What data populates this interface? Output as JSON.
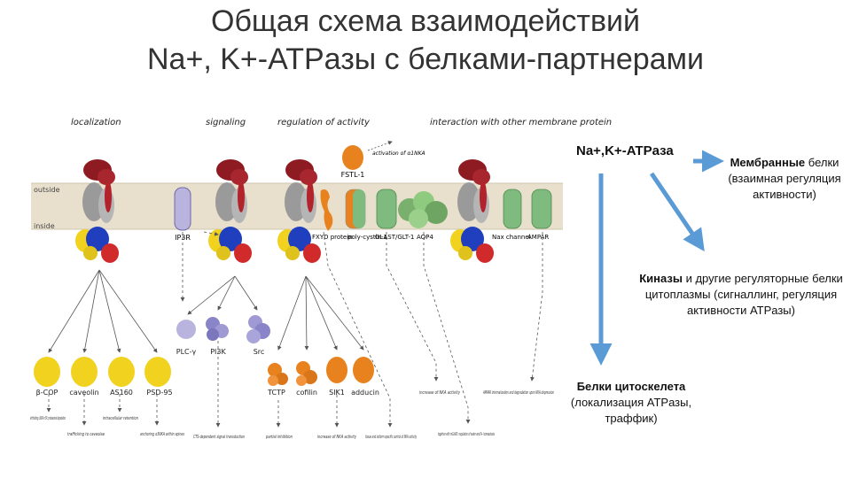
{
  "slide": {
    "title_line1": "Общая схема взаимодействий",
    "title_line2": "Na+, K+-ATPазы с белками-партнерами"
  },
  "figure": {
    "headers": [
      "localization",
      "signaling",
      "regulation of activity",
      "interaction with other membrane protein"
    ],
    "membrane": {
      "outside": "outside",
      "inside": "inside"
    },
    "membrane_proteins": {
      "ip3r": "IP3R",
      "fxyd": "FXYD protein",
      "polycystin": "poly-cystin-1",
      "glast": "GLAST/GLT-1",
      "aqp4": "AQP4",
      "nax": "Nax channel",
      "ampar": "AMPAR"
    },
    "fstl": {
      "label": "FSTL-1",
      "note": "activation of α1NKA"
    },
    "partners_localization": [
      "β-COP",
      "caveolin",
      "AS160",
      "PSD-95"
    ],
    "partners_signaling": [
      "PLC-γ",
      "PI3K",
      "Src"
    ],
    "partners_regulation": [
      "TCTP",
      "cofilin",
      "SIK1",
      "adducin"
    ],
    "bottom_notes": {
      "betacop": "withholding α1NKA in ER: proteasomal degradation",
      "caveolin": "trafficking to caveolae",
      "as160": "intracellular retention",
      "psd95": "anchoring α3NKA within spines",
      "cts": "CTS-dependent signal transduction",
      "tctp": "partial inhibition",
      "sik1": "increase of NKA activity",
      "fxyd": "tissue and isoform specific control of NKA activity",
      "glast": "increase of NKA activity",
      "aqp4": "together with mGluR5: regulation of water and K+ homeostasis",
      "ampar": "AMPAR internalization and degradation upon NKA depression"
    },
    "colors": {
      "membrane": "#e8e0cc",
      "alpha_red": "#8e1b22",
      "beta_grey": "#9a9a9a",
      "blue": "#1f3fbf",
      "yellow": "#f1d21f",
      "orange": "#e8821f",
      "green": "#7fba7f",
      "lavender": "#b9b4dd",
      "arrow_blue": "#5b9bd5"
    }
  },
  "right": {
    "nka_label": "Na+,K+-ATPаза",
    "membrane_bold": "Мембранные",
    "membrane_rest": "белки (взаимная регуляция активности)",
    "kinases_bold": "Киназы",
    "kinases_rest": "и другие регуляторные белки цитоплазмы (сигналлинг, регуляция активности ATPазы)",
    "cyto_bold": "Белки цитоскелета",
    "cyto_rest": "(локализация ATPазы, траффик)"
  }
}
